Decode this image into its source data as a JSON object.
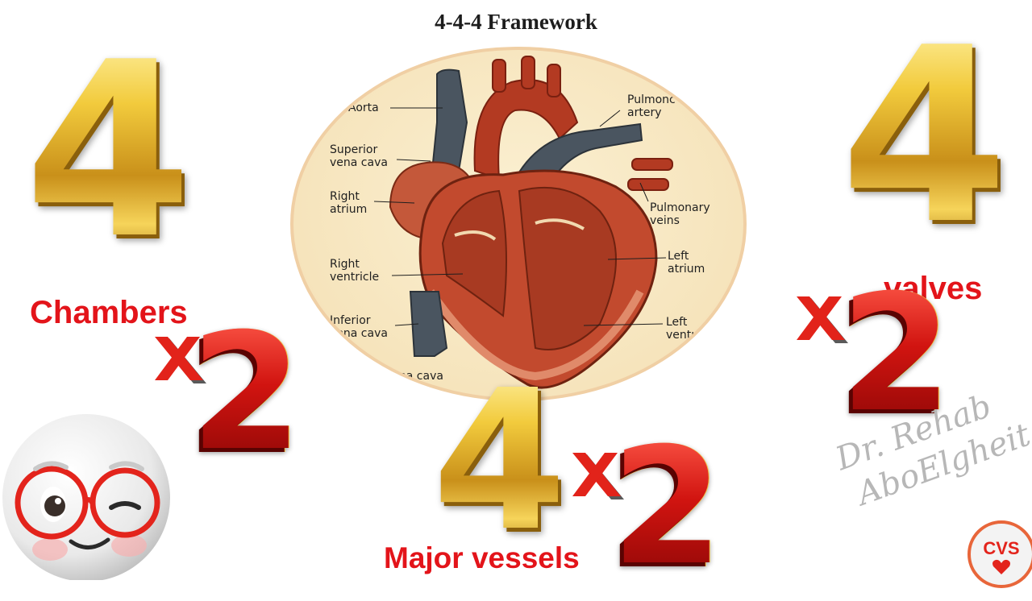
{
  "title": "4-4-4 Framework",
  "numbers": {
    "top_left_four": "4",
    "top_right_four": "4",
    "bottom_center_four": "4",
    "two_left": "2",
    "two_right": "2",
    "two_bottom": "2"
  },
  "labels": {
    "chambers": "Chambers",
    "valves": "valves",
    "major_vessels": "Major vessels"
  },
  "heart_diagram": {
    "labels": {
      "aorta": "Aorta",
      "superior_vena_cava_1": "Superior",
      "superior_vena_cava_2": "vena cava",
      "right_atrium_1": "Right",
      "right_atrium_2": "atrium",
      "right_ventricle_1": "Right",
      "right_ventricle_2": "ventricle",
      "inferior_vena_cava_1": "Inferior",
      "inferior_vena_cava_2": "vena cava",
      "vena_cava_bottom": "vena cava",
      "pulmonary_artery_1": "Pulmonc",
      "pulmonary_artery_2": "artery",
      "pulmonary_veins_1": "Pulmonary",
      "pulmonary_veins_2": "veins",
      "left_atrium_1": "Left",
      "left_atrium_2": "atrium",
      "left_ventricle_1": "Left",
      "left_ventricle_2": "ventı"
    }
  },
  "signature": {
    "line1": "Dr. Rehab",
    "line2": "AboElgheit"
  },
  "badge": {
    "text": "CVS"
  },
  "colors": {
    "gold": "#e6b51c",
    "red_number": "#c4100e",
    "label_red": "#e3141a",
    "x_mark_red": "#e2231a",
    "x_mark_dark": "#5a5a5a",
    "heart_bg": "#f6e4bc",
    "badge_border": "#e8663a"
  },
  "icons": {
    "multiply": "multiply-x-icon",
    "emoji": "winking-face-glasses-icon",
    "heart": "heart-anatomy-illustration",
    "badge_heart": "heart-icon"
  }
}
